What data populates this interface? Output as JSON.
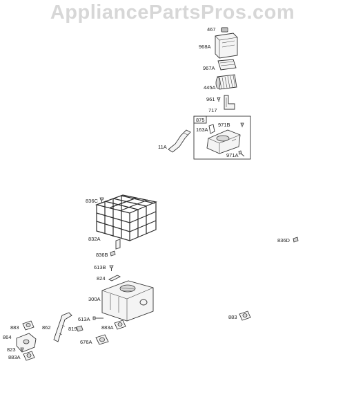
{
  "watermark": "AppliancePartsPros.com",
  "callouts": {
    "p467": "467",
    "p968A": "968A",
    "p967A": "967A",
    "p445A": "445A",
    "p961": "961",
    "p717": "717",
    "p875": "875",
    "p163A": "163A",
    "p971B": "971B",
    "p971A": "971A",
    "p11A": "11A",
    "p836C": "836C",
    "p832A": "832A",
    "p836D": "836D",
    "p836B": "836B",
    "p613B": "613B",
    "p824": "824",
    "p300A": "300A",
    "p613A": "613A",
    "p819": "819",
    "p883A_mid": "883A",
    "p883_right": "883",
    "p883_left": "883",
    "p862": "862",
    "p864": "864",
    "p823": "823",
    "p883A_left": "883A",
    "p676A": "676A"
  }
}
